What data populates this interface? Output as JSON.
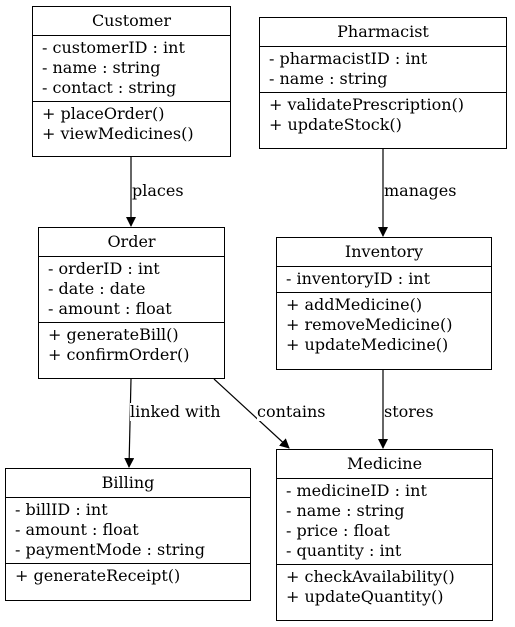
{
  "classes": {
    "customer": {
      "name": "Customer",
      "attributes": [
        "- customerID : int",
        "- name : string",
        "- contact : string"
      ],
      "operations": [
        "+ placeOrder()",
        "+ viewMedicines()"
      ]
    },
    "pharmacist": {
      "name": "Pharmacist",
      "attributes": [
        "- pharmacistID : int",
        "- name : string"
      ],
      "operations": [
        "+ validatePrescription()",
        "+ updateStock()"
      ]
    },
    "order": {
      "name": "Order",
      "attributes": [
        "- orderID : int",
        "- date : date",
        "- amount : float"
      ],
      "operations": [
        "+ generateBill()",
        "+ confirmOrder()"
      ]
    },
    "inventory": {
      "name": "Inventory",
      "attributes": [
        "- inventoryID : int"
      ],
      "operations": [
        "+ addMedicine()",
        "+ removeMedicine()",
        "+ updateMedicine()"
      ]
    },
    "billing": {
      "name": "Billing",
      "attributes": [
        "- billID : int",
        "- amount : float",
        "- paymentMode : string"
      ],
      "operations": [
        "+ generateReceipt()"
      ]
    },
    "medicine": {
      "name": "Medicine",
      "attributes": [
        "- medicineID : int",
        "- name : string",
        "- price : float",
        "- quantity : int"
      ],
      "operations": [
        "+ checkAvailability()",
        "+ updateQuantity()"
      ]
    }
  },
  "relations": {
    "places": "places",
    "manages": "manages",
    "linked_with": "linked with",
    "contains": "contains",
    "stores": "stores"
  }
}
